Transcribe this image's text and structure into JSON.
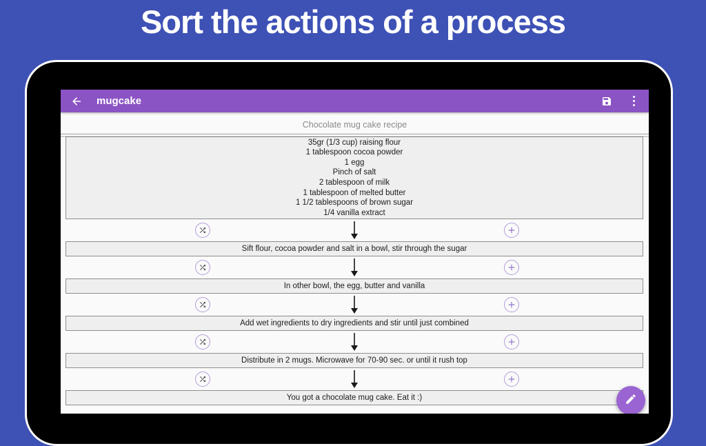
{
  "banner": {
    "title": "Sort the actions of a process"
  },
  "app": {
    "appbar": {
      "title": "mugcake",
      "icons": {
        "back": "arrow-left",
        "save": "floppy-disk",
        "overflow": "vertical-dots"
      }
    },
    "recipe_title": "Chocolate mug cake recipe",
    "ingredients": [
      "35gr (1/3 cup) raising flour",
      "1 tablespoon cocoa powder",
      "1 egg",
      "Pinch of salt",
      "2 tablespoon of milk",
      "1 tablespoon of melted butter",
      "1 1/2 tablespoons of brown sugar",
      "1/4 vanilla extract"
    ],
    "steps": [
      "Sift flour, cocoa powder and salt in a bowl, stir through the sugar",
      "In other bowl, the egg, butter and vanilla",
      "Add wet ingredients to dry ingredients and stir until just combined",
      "Distribute in 2 mugs. Microwave for 70-90 sec. or until it rush top",
      "You got a chocolate mug cake. Eat it :)"
    ],
    "controls": {
      "swap_icon": "shuffle",
      "add_icon": "plus",
      "flow_icon": "arrow-down"
    },
    "fab": {
      "icon": "pencil"
    }
  },
  "colors": {
    "page_background": "#3E51B5",
    "appbar": "#8B54C4",
    "fab": "#9A64D2",
    "circle_button_border": "#B39DDB",
    "box_background": "#EFEFEF",
    "box_border": "#8E8E8E",
    "screen_background": "#FAFAFA"
  }
}
